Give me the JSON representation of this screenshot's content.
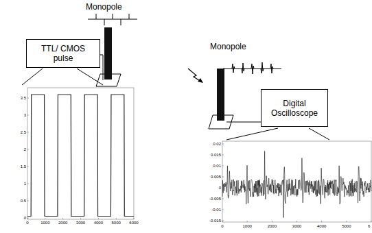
{
  "diagram": {
    "nodes": [
      {
        "text": [
          "TTL/ CMOS pulse"
        ]
      },
      {
        "text": [
          "Digital Oscilloscope"
        ]
      }
    ],
    "labels": [
      "Monopole",
      "Monopole",
      "3.5",
      "3",
      "2.5",
      "2",
      "1.5",
      "1",
      "0.5",
      "0",
      "0",
      "1000",
      "2000",
      "3000",
      "4000",
      "5000",
      "6000",
      "0.02",
      "0.015",
      "0.01",
      "0.005",
      "0",
      "-0.005",
      "-0.01",
      "-0.015",
      "0",
      "1000",
      "2000",
      "3000",
      "4000",
      "5000",
      "6"
    ]
  }
}
